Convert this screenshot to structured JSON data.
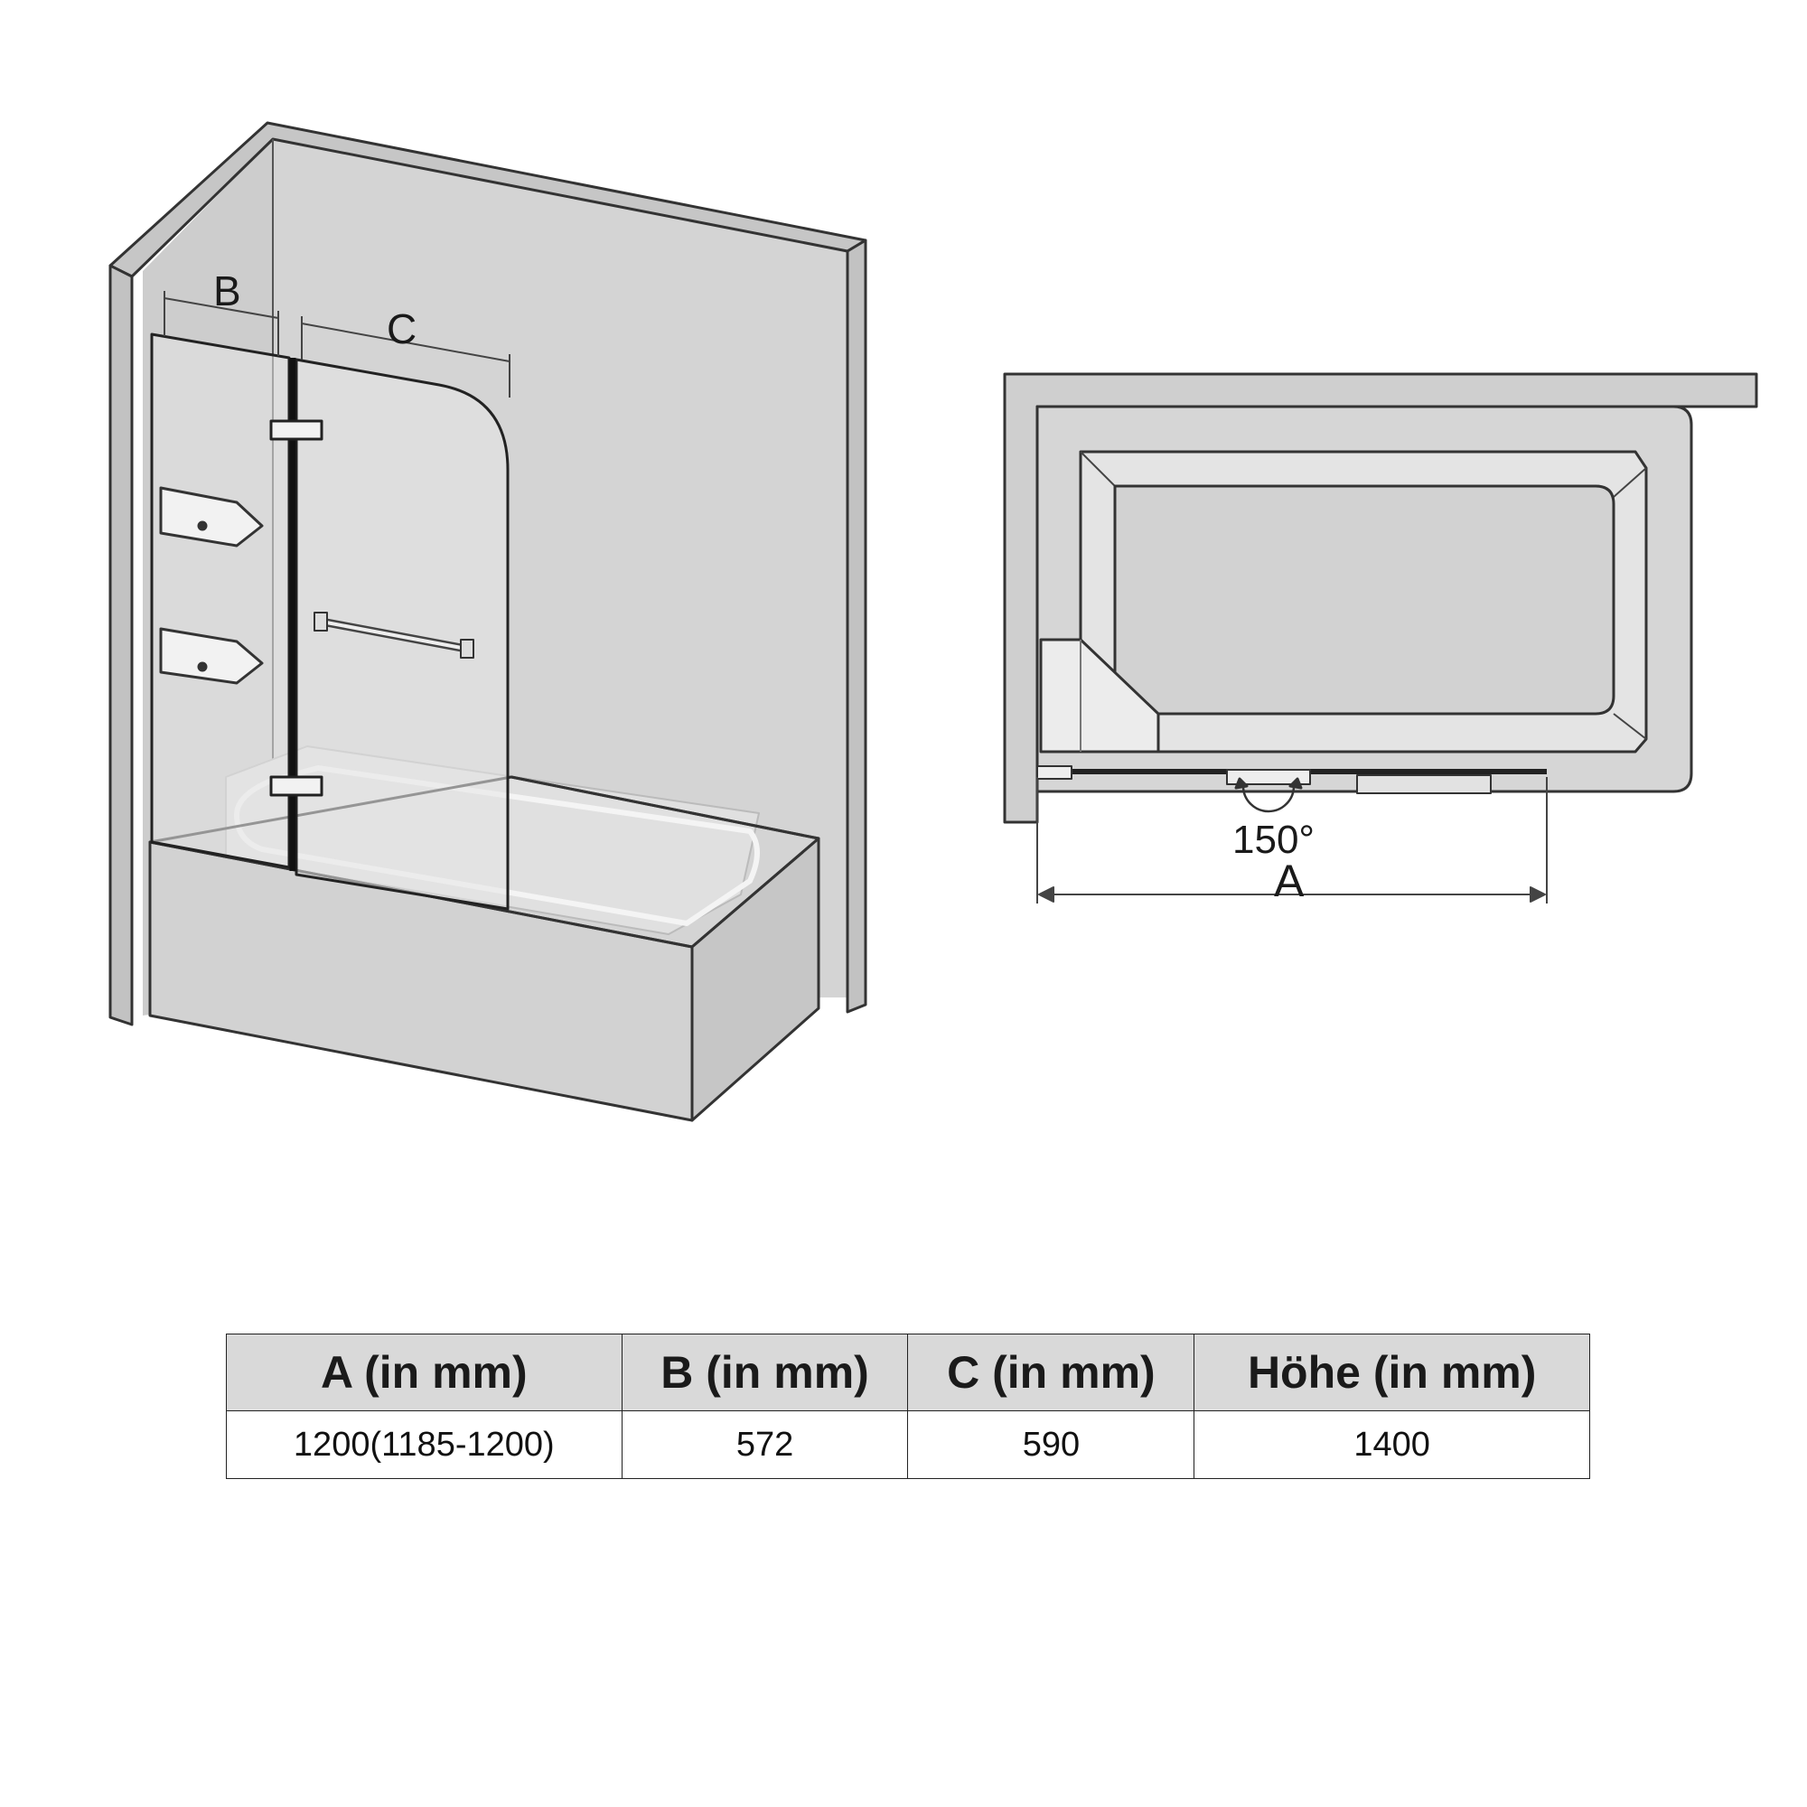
{
  "perspective_view": {
    "label_b": "B",
    "label_c": "C"
  },
  "top_view": {
    "angle_label": "150°",
    "label_a": "A"
  },
  "spec_table": {
    "headers": [
      "A (in mm)",
      "B (in mm)",
      "C (in mm)",
      "Höhe (in mm)"
    ],
    "row": [
      "1200(1185-1200)",
      "572",
      "590",
      "1400"
    ]
  }
}
